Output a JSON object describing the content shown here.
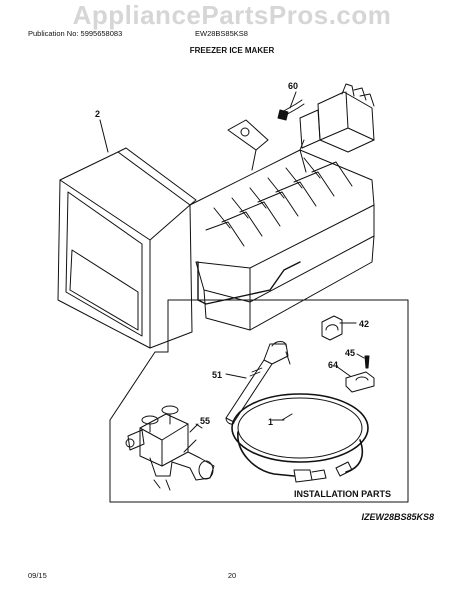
{
  "watermark": "AppliancePartsPros.com",
  "header": {
    "publication": "Publication No: 5995658083",
    "model": "EW28BS85KS8",
    "section_title": "FREEZER ICE MAKER"
  },
  "callouts": {
    "c60": "60",
    "c2": "2",
    "c42": "42",
    "c45": "45",
    "c64": "64",
    "c51": "51",
    "c55": "55",
    "c1": "1"
  },
  "installation_box_label": "INSTALLATION PARTS",
  "figure_code": "IZEW28BS85KS8",
  "footer": {
    "date": "09/15",
    "page": "20"
  }
}
